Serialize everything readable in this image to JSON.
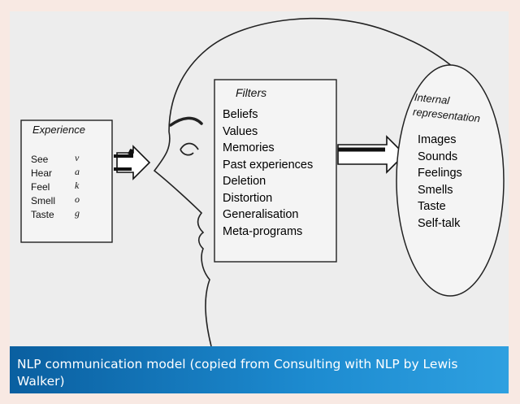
{
  "experience": {
    "title": "Experience",
    "items": [
      {
        "label": "See",
        "code": "v"
      },
      {
        "label": "Hear",
        "code": "a"
      },
      {
        "label": "Feel",
        "code": "k"
      },
      {
        "label": "Smell",
        "code": "o"
      },
      {
        "label": "Taste",
        "code": "g"
      }
    ]
  },
  "filters": {
    "title": "Filters",
    "items": [
      "Beliefs",
      "Values",
      "Memories",
      "Past experiences",
      "Deletion",
      "Distortion",
      "Generalisation",
      "Meta-programs"
    ]
  },
  "internal": {
    "title_line1": "Internal",
    "title_line2": "representation",
    "items": [
      "Images",
      "Sounds",
      "Feelings",
      "Smells",
      "Taste",
      "Self-talk"
    ]
  },
  "caption": "NLP communication model (copied from Consulting with NLP by Lewis Walker)"
}
